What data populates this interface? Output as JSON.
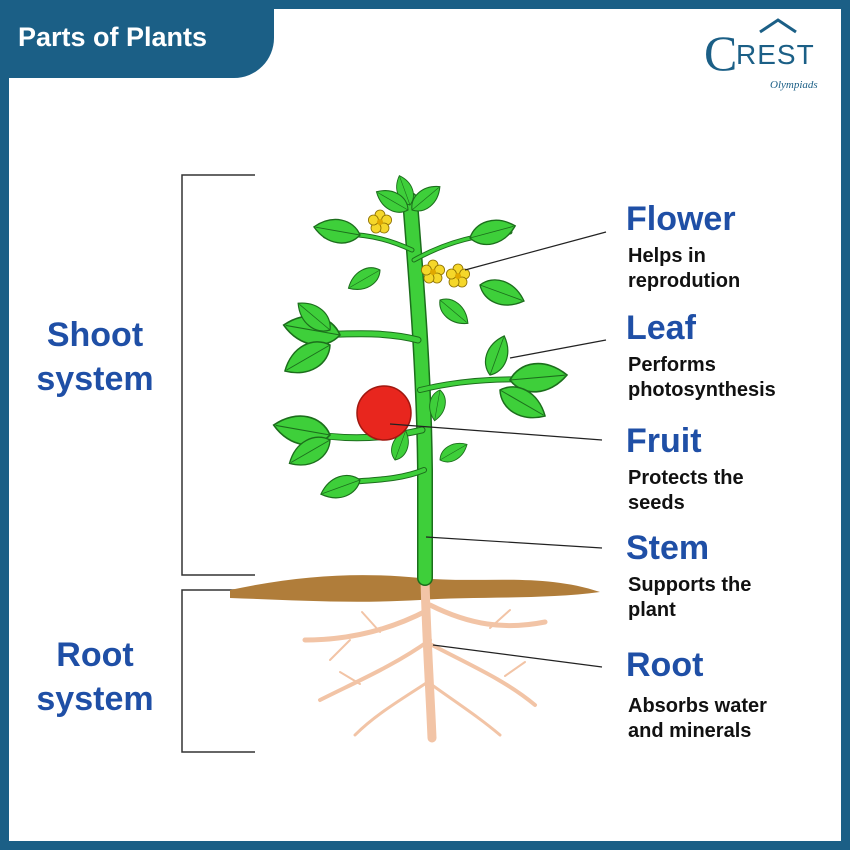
{
  "header": {
    "title": "Parts of Plants"
  },
  "logo": {
    "brand_c": "C",
    "brand_rest": "REST",
    "tagline": "Olympiads",
    "color": "#1b5f86"
  },
  "systems": {
    "shoot": {
      "line1": "Shoot",
      "line2": "system"
    },
    "root": {
      "line1": "Root",
      "line2": "system"
    }
  },
  "parts": [
    {
      "name": "Flower",
      "desc1": "Helps in",
      "desc2": "reprodution"
    },
    {
      "name": "Leaf",
      "desc1": "Performs",
      "desc2": "photosynthesis"
    },
    {
      "name": "Fruit",
      "desc1": "Protects the",
      "desc2": "seeds"
    },
    {
      "name": "Stem",
      "desc1": "Supports the",
      "desc2": "plant"
    },
    {
      "name": "Root",
      "desc1": "Absorbs water",
      "desc2": "and minerals"
    }
  ],
  "colors": {
    "frame": "#1b5f86",
    "label_blue": "#1f4fa6",
    "leaf": "#3ecf3a",
    "leaf_outline": "#1c6e1c",
    "fruit": "#e8261e",
    "flower": "#f5d72a",
    "soil": "#b07d3a",
    "root": "#f2c4a6"
  }
}
